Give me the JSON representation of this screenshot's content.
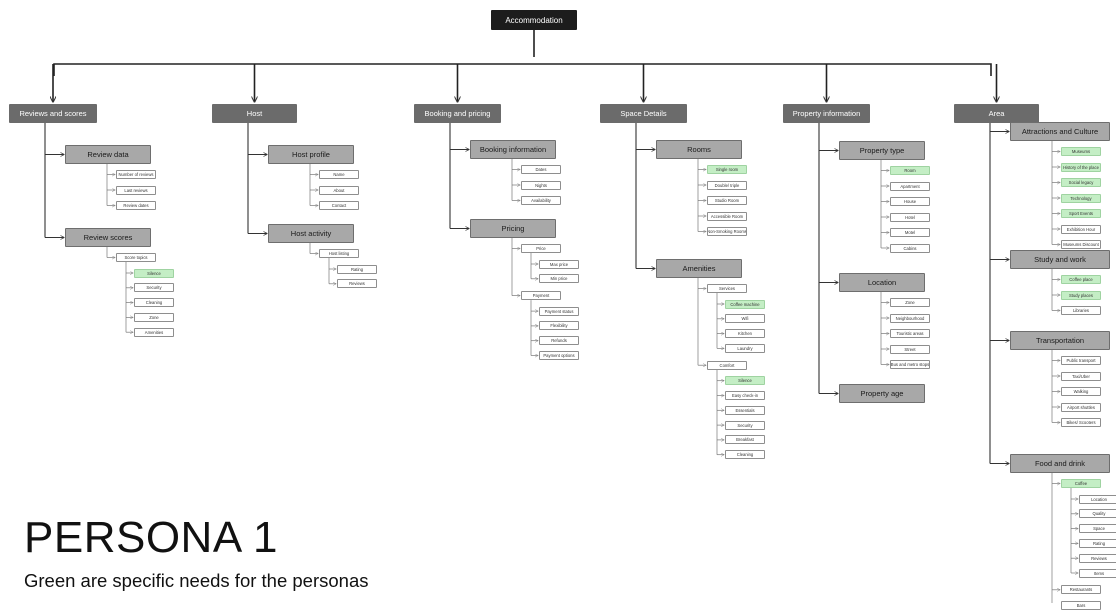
{
  "root": "Accommodation",
  "sections": [
    {
      "id": "reviews",
      "label": "Reviews and scores",
      "groups": [
        {
          "label": "Review data",
          "items": [
            {
              "label": "Number of reviews"
            },
            {
              "label": "Last reviews"
            },
            {
              "label": "Review dates"
            }
          ]
        },
        {
          "label": "Review scores",
          "items": [
            {
              "label": "Score topics",
              "children": [
                {
                  "label": "Silence",
                  "hl": true
                },
                {
                  "label": "Security"
                },
                {
                  "label": "Cleaning"
                },
                {
                  "label": "Zone"
                },
                {
                  "label": "Amenities"
                }
              ]
            }
          ]
        }
      ]
    },
    {
      "id": "host",
      "label": "Host",
      "groups": [
        {
          "label": "Host profile",
          "items": [
            {
              "label": "Name"
            },
            {
              "label": "About"
            },
            {
              "label": "Contact"
            }
          ]
        },
        {
          "label": "Host activity",
          "items": [
            {
              "label": "Host listing",
              "children": [
                {
                  "label": "Rating"
                },
                {
                  "label": "Reviews"
                }
              ]
            }
          ]
        }
      ]
    },
    {
      "id": "booking",
      "label": "Booking and pricing",
      "groups": [
        {
          "label": "Booking information",
          "items": [
            {
              "label": "Dates"
            },
            {
              "label": "Nights"
            },
            {
              "label": "Availability"
            }
          ]
        },
        {
          "label": "Pricing",
          "items": [
            {
              "label": "Price",
              "children": [
                {
                  "label": "Max price"
                },
                {
                  "label": "Min price"
                }
              ]
            },
            {
              "label": "Payment",
              "children": [
                {
                  "label": "Payment status"
                },
                {
                  "label": "Flexibility"
                },
                {
                  "label": "Refunds"
                },
                {
                  "label": "Payment options"
                }
              ]
            }
          ]
        }
      ]
    },
    {
      "id": "space",
      "label": "Space Details",
      "groups": [
        {
          "label": "Rooms",
          "items": [
            {
              "label": "Single room",
              "hl": true
            },
            {
              "label": "Double/ triple"
            },
            {
              "label": "Studio Room"
            },
            {
              "label": "Accessible Room"
            },
            {
              "label": "Non-Smoking Rooms"
            }
          ]
        },
        {
          "label": "Amenities",
          "items": [
            {
              "label": "Services",
              "children": [
                {
                  "label": "Coffee machine",
                  "hl": true
                },
                {
                  "label": "Wifi"
                },
                {
                  "label": "Kitchen"
                },
                {
                  "label": "Laundry"
                }
              ]
            },
            {
              "label": "Comfort",
              "children": [
                {
                  "label": "Silence",
                  "hl": true
                },
                {
                  "label": "Easy check-in"
                },
                {
                  "label": "Essentials"
                },
                {
                  "label": "Security"
                },
                {
                  "label": "Breakfast"
                },
                {
                  "label": "Cleaning"
                }
              ]
            }
          ]
        }
      ]
    },
    {
      "id": "property",
      "label": "Property information",
      "groups": [
        {
          "label": "Property type",
          "items": [
            {
              "label": "Room",
              "hl": true
            },
            {
              "label": "Apartment"
            },
            {
              "label": "House"
            },
            {
              "label": "Hotel"
            },
            {
              "label": "Motel"
            },
            {
              "label": "Cabins"
            }
          ]
        },
        {
          "label": "Location",
          "items": [
            {
              "label": "Zone"
            },
            {
              "label": "Neighbourhood"
            },
            {
              "label": "Touristic areas"
            },
            {
              "label": "Street"
            },
            {
              "label": "Bus and metro stops"
            }
          ]
        },
        {
          "label": "Property age",
          "items": []
        }
      ]
    },
    {
      "id": "area",
      "label": "Area",
      "groups": [
        {
          "label": "Attractions and Culture",
          "items": [
            {
              "label": "Museums",
              "hl": true
            },
            {
              "label": "History of the place",
              "hl": true
            },
            {
              "label": "Social legacy",
              "hl": true
            },
            {
              "label": "Technology",
              "hl": true
            },
            {
              "label": "Sport Events",
              "hl": true
            },
            {
              "label": "Exhibition Hour"
            },
            {
              "label": "Museums Discount"
            }
          ]
        },
        {
          "label": "Study and work",
          "items": [
            {
              "label": "Coffee place",
              "hl": true
            },
            {
              "label": "Study places",
              "hl": true
            },
            {
              "label": "Libraries"
            }
          ]
        },
        {
          "label": "Transportation",
          "items": [
            {
              "label": "Public transport"
            },
            {
              "label": "Taxi/Uber"
            },
            {
              "label": "Walking"
            },
            {
              "label": "Airport shuttles"
            },
            {
              "label": "Bikes/ Scooters"
            }
          ]
        },
        {
          "label": "Food and drink",
          "items": [
            {
              "label": "Coffee",
              "hl": true,
              "children": [
                {
                  "label": "Location"
                },
                {
                  "label": "Quality"
                },
                {
                  "label": "Space"
                },
                {
                  "label": "Rating"
                },
                {
                  "label": "Reviews"
                },
                {
                  "label": "Items"
                }
              ]
            },
            {
              "label": "Restaurants"
            },
            {
              "label": "Bars"
            }
          ]
        }
      ]
    }
  ],
  "persona": {
    "title": "PERSONA 1",
    "subtitle": "Green are specific needs for the personas"
  },
  "colors": {
    "highlight": "#c4eec5",
    "root_fill": "#1c1c1c",
    "section_fill": "#6b6b6b",
    "group_fill": "#a8a8a8",
    "connector": "#333333"
  }
}
